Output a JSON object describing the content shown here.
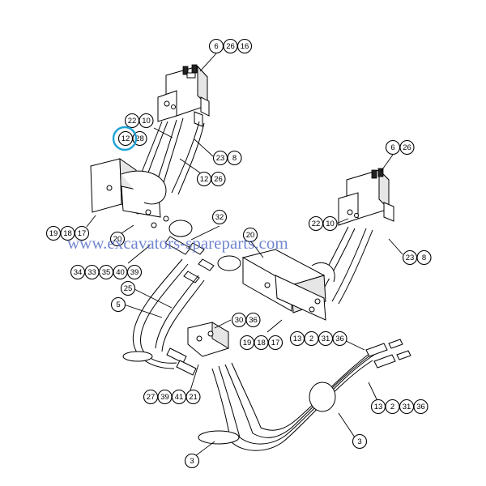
{
  "watermark": "www.excavators-spareparts.com",
  "callouts": [
    {
      "id": "c-6-26-16",
      "numbers": [
        "6",
        "26",
        "16"
      ]
    },
    {
      "id": "c-22-10-left",
      "numbers": [
        "22",
        "10"
      ]
    },
    {
      "id": "c-12-28-left",
      "numbers": [
        "12",
        "28"
      ]
    },
    {
      "id": "c-23-8-left",
      "numbers": [
        "23",
        "8"
      ]
    },
    {
      "id": "c-12-26",
      "numbers": [
        "12",
        "26"
      ]
    },
    {
      "id": "c-6-26",
      "numbers": [
        "6",
        "26"
      ]
    },
    {
      "id": "c-22-10-right",
      "numbers": [
        "22",
        "10"
      ]
    },
    {
      "id": "c-23-8-right",
      "numbers": [
        "23",
        "8"
      ]
    },
    {
      "id": "c-32",
      "numbers": [
        "32"
      ]
    },
    {
      "id": "c-20-center",
      "numbers": [
        "20"
      ]
    },
    {
      "id": "c-20-left",
      "numbers": [
        "20"
      ]
    },
    {
      "id": "c-19-18-17-left",
      "numbers": [
        "19",
        "18",
        "17"
      ]
    },
    {
      "id": "c-34-33-35-40-39",
      "numbers": [
        "34",
        "33",
        "35",
        "40",
        "39"
      ]
    },
    {
      "id": "c-25",
      "numbers": [
        "25"
      ]
    },
    {
      "id": "c-5",
      "numbers": [
        "5"
      ]
    },
    {
      "id": "c-30-36",
      "numbers": [
        "30",
        "36"
      ]
    },
    {
      "id": "c-19-18-17-right",
      "numbers": [
        "19",
        "18",
        "17"
      ]
    },
    {
      "id": "c-13-2-31-36-top",
      "numbers": [
        "13",
        "2",
        "31",
        "36"
      ]
    },
    {
      "id": "c-27-39-41-21",
      "numbers": [
        "27",
        "39",
        "41",
        "21"
      ]
    },
    {
      "id": "c-13-2-31-36-bottom",
      "numbers": [
        "13",
        "2",
        "31",
        "36"
      ]
    },
    {
      "id": "c-3-left",
      "numbers": [
        "3"
      ]
    },
    {
      "id": "c-3-right",
      "numbers": [
        "3"
      ]
    }
  ],
  "highlight": {
    "callout": "c-12-28-left",
    "number": "12",
    "color": "#1fa3d6"
  },
  "colors": {
    "line": "#000000",
    "watermark": "#5a72c8",
    "background": "#ffffff"
  }
}
